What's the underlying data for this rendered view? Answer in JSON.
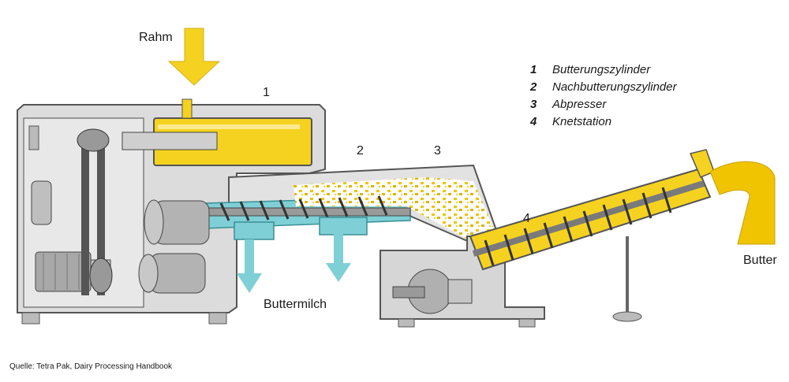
{
  "labels": {
    "input": "Rahm",
    "buttermilk": "Buttermilch",
    "output": "Butter",
    "source": "Quelle: Tetra Pak, Dairy Processing Handbook"
  },
  "stage_numbers": [
    "1",
    "2",
    "3",
    "4"
  ],
  "legend": [
    {
      "num": "1",
      "text": "Butterungszylinder"
    },
    {
      "num": "2",
      "text": "Nachbutterungszylinder"
    },
    {
      "num": "3",
      "text": "Abpresser"
    },
    {
      "num": "4",
      "text": "Knetstation"
    }
  ],
  "colors": {
    "machine": "#d9d9d9",
    "machine_outline": "#555555",
    "cream": "#f5d21f",
    "buttermilk": "#7fcfd6",
    "butter": "#f0c400"
  }
}
